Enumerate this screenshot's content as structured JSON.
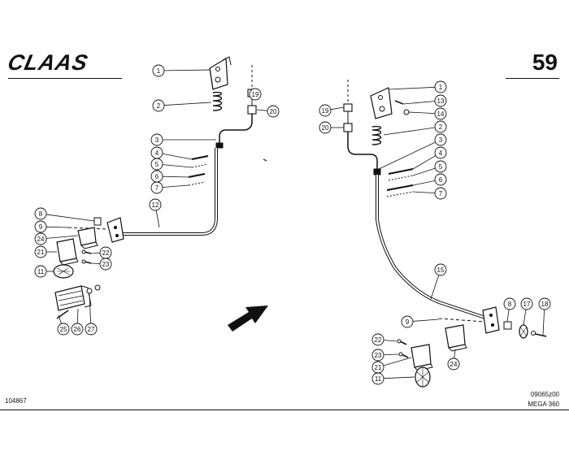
{
  "header": {
    "brand": "CLAAS",
    "page_number": "59"
  },
  "footer": {
    "left_code": "104867",
    "right_code": "09065z00",
    "model": "MEGA 360"
  },
  "callouts": {
    "left": [
      "1",
      "2",
      "19",
      "20",
      "3",
      "4",
      "5",
      "6",
      "7",
      "12",
      "8",
      "9",
      "24",
      "21",
      "22",
      "23",
      "11",
      "25",
      "26",
      "27"
    ],
    "right": [
      "1",
      "13",
      "14",
      "19",
      "20",
      "2",
      "3",
      "4",
      "5",
      "6",
      "7",
      "15",
      "8",
      "17",
      "18",
      "9",
      "22",
      "23",
      "21",
      "24",
      "11"
    ]
  }
}
